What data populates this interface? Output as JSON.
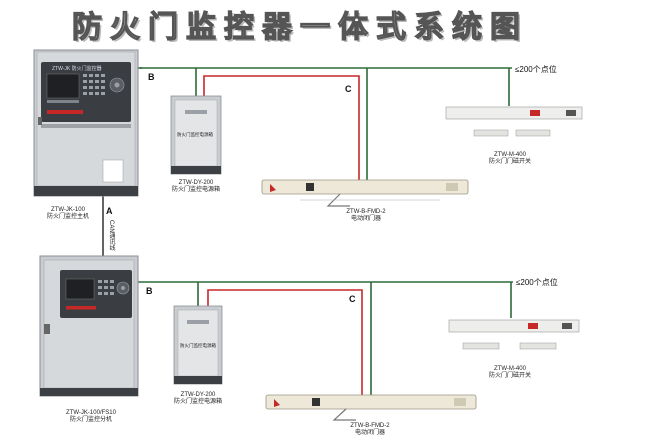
{
  "title": "防火门监控器一体式系统图",
  "upper": {
    "host_label_code": "ZTW-JK-100",
    "host_label_name": "防火门监控主机",
    "host_screen_text": "ZTW-JK 防火门监控器",
    "power_label_code": "ZTW-DY-200",
    "power_label_name": "防火门监控电源箱",
    "power_face_text": "防火门监控电源箱",
    "closer_label_code": "ZTW-B-FMD-2",
    "closer_label_name": "电动闭门器",
    "magnet_label_code": "ZTW-M-400",
    "magnet_label_name": "防火门门磁开关",
    "point_limit": "≤200个点位",
    "line_b": "B",
    "line_c": "C"
  },
  "lower": {
    "host_label_code": "ZTW-JK-100/FS10",
    "host_label_name": "防火门监控分机",
    "power_label_code": "ZTW-DY-200",
    "power_label_name": "防火门监控电源箱",
    "power_face_text": "防火门监控电源箱",
    "closer_label_code": "ZTW-B-FMD-2",
    "closer_label_name": "电动闭门器",
    "magnet_label_code": "ZTW-M-400",
    "magnet_label_name": "防火门门磁开关",
    "point_limit": "≤200个点位",
    "line_b": "B",
    "line_c": "C"
  },
  "link": {
    "tag": "A",
    "text": "CAN通讯线"
  },
  "colors": {
    "bus_green": "#2e6b3a",
    "power_red": "#c62828",
    "cabinet": "#c9ccd0"
  }
}
